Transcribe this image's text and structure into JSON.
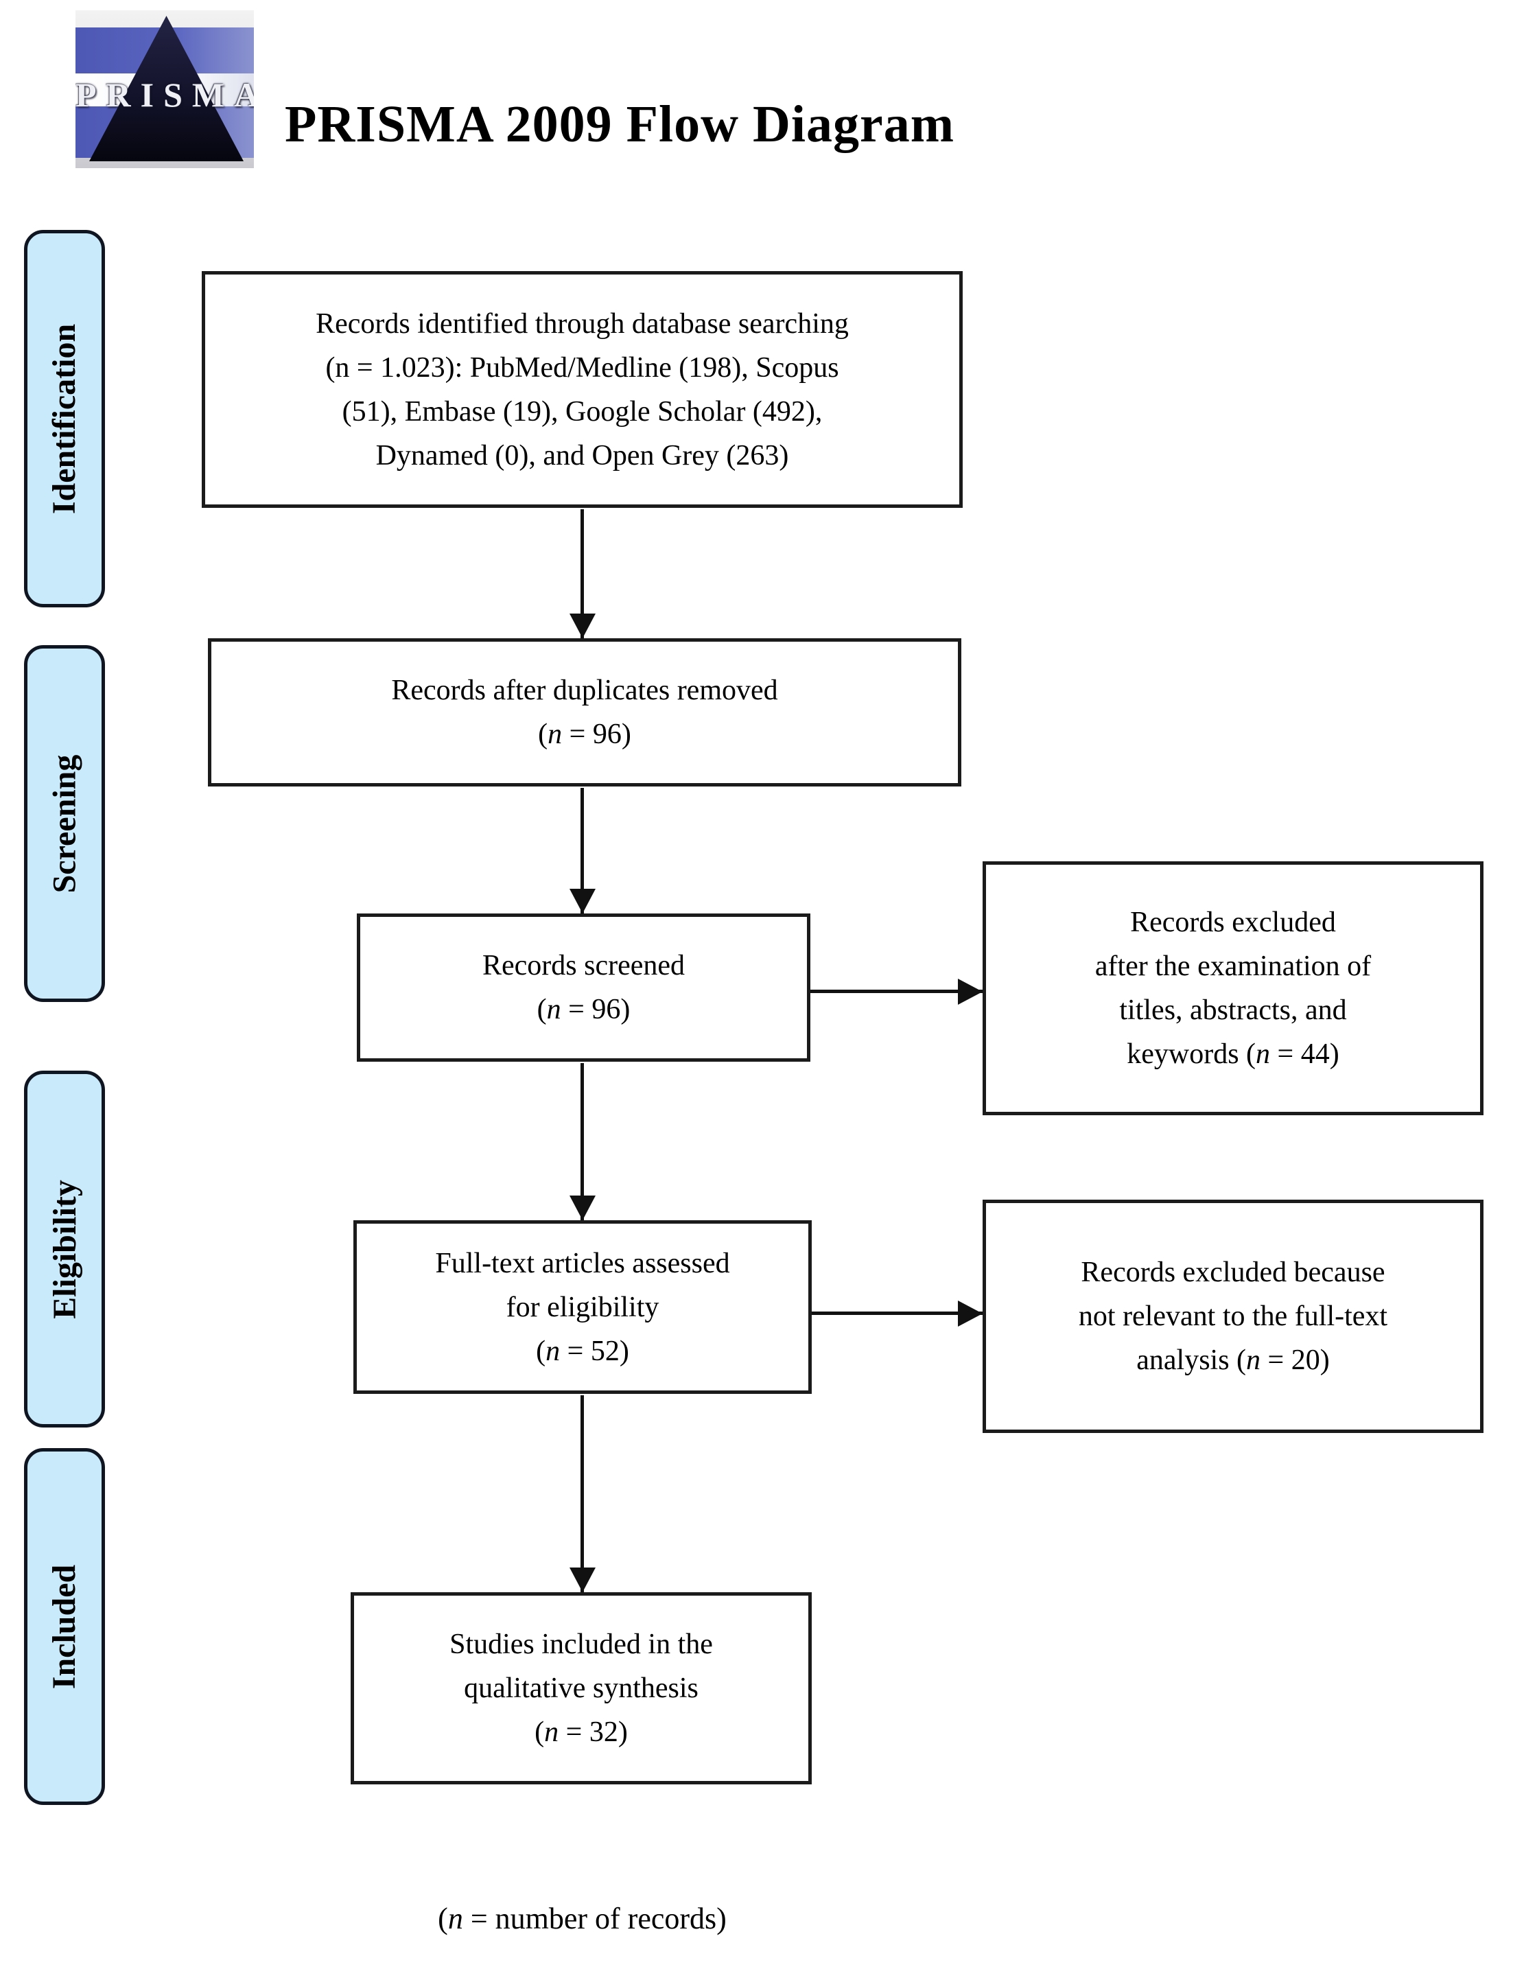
{
  "title": "PRISMA 2009 Flow Diagram",
  "logo": {
    "text": "PRISMA"
  },
  "stages": [
    {
      "label": "Identification"
    },
    {
      "label": "Screening"
    },
    {
      "label": "Eligibility"
    },
    {
      "label": "Included"
    }
  ],
  "flow": {
    "identified": {
      "lines": [
        "Records identified through database searching",
        "(n = 1.023): PubMed/Medline (198), Scopus",
        "(51), Embase (19), Google Scholar (492),",
        "Dynamed (0), and Open Grey (263)"
      ]
    },
    "deduplicated": {
      "lines": [
        "Records after duplicates removed",
        "(n = 96)"
      ]
    },
    "screened": {
      "lines": [
        "Records screened",
        "(n = 96)"
      ]
    },
    "excluded_screening": {
      "lines": [
        "Records excluded",
        "after the examination of",
        "titles, abstracts, and",
        "keywords (n = 44)"
      ]
    },
    "fulltext": {
      "lines": [
        "Full-text articles assessed",
        "for eligibility",
        "(n = 52)"
      ]
    },
    "excluded_fulltext": {
      "lines": [
        "Records excluded because",
        "not relevant to the full-text",
        "analysis (n = 20)"
      ]
    },
    "included": {
      "lines": [
        "Studies included in the",
        "qualitative synthesis",
        "(n = 32)"
      ]
    }
  },
  "footnote": {
    "lines": [
      "(n = number of records)"
    ]
  },
  "colors": {
    "stage_fill": "#c9eafb",
    "stage_border": "#101621",
    "box_border": "#1b1b1b",
    "arrow": "#111111",
    "logo_blue": "#4d58b4",
    "logo_dark": "#13132b"
  }
}
